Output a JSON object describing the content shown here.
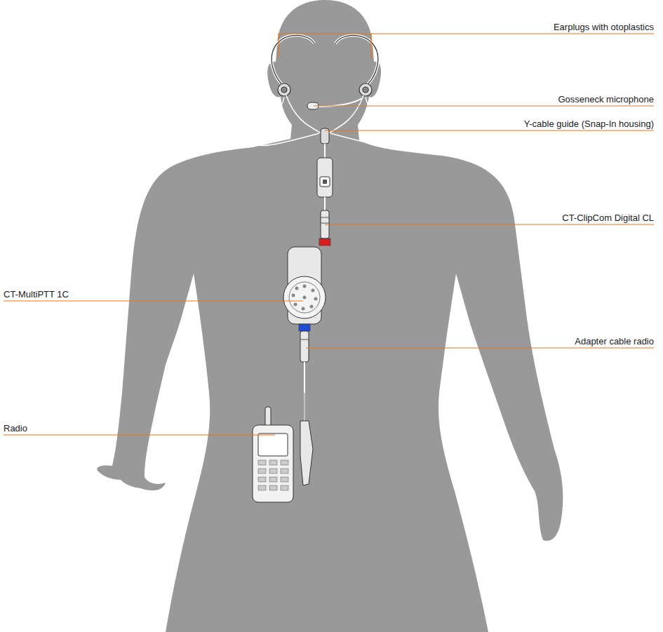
{
  "diagram": {
    "labels": [
      "Earplugs with otoplastics",
      "Gosseneck microphone",
      "Y-cable guide (Snap-In housing)",
      "CT-ClipCom Digital CL",
      "CT-MultiPTT 1C",
      "Adapter cable radio",
      "Radio"
    ]
  }
}
